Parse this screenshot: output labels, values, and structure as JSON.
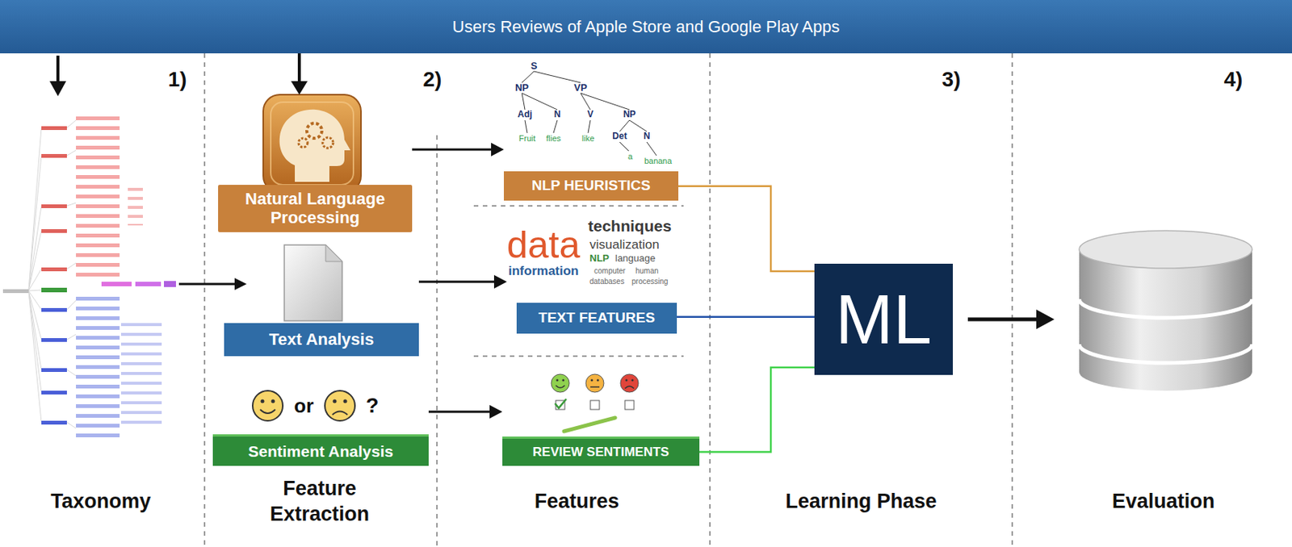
{
  "diagram": {
    "nodes": [
      {
        "text": [
          "Users Reviews of Apple Store and Google Play Apps"
        ]
      },
      {
        "text": [
          "Natural Language Processing"
        ]
      },
      {
        "text": [
          "Text Analysis"
        ]
      },
      {
        "text": [
          "Sentiment Analysis"
        ]
      },
      {
        "text": [
          "NLP HEURISTICS"
        ]
      },
      {
        "text": [
          "TEXT FEATURES"
        ]
      },
      {
        "text": [
          "REVIEW SENTIMENTS"
        ]
      },
      {
        "text": [
          "ML"
        ]
      }
    ],
    "edges": [
      {
        "from": 0,
        "to": 1,
        "arrow": "to"
      },
      {
        "from": 1,
        "to": 4,
        "arrow": "to"
      },
      {
        "from": 2,
        "to": 5,
        "arrow": "to"
      },
      {
        "from": 3,
        "to": 6,
        "arrow": "to"
      },
      {
        "from": 4,
        "to": 7,
        "arrow": "none"
      },
      {
        "from": 5,
        "to": 7,
        "arrow": "none"
      },
      {
        "from": 6,
        "to": 7,
        "arrow": "none"
      }
    ],
    "labels": [
      "1)",
      "2)",
      "3)",
      "4)",
      "S",
      "NP",
      "VP",
      "Adj",
      "N",
      "V",
      "NP",
      "Fruit",
      "flies",
      "like",
      "Det",
      "N",
      "a",
      "banana",
      "techniques",
      "data",
      "visualization",
      "NLP",
      "language",
      "information",
      "computer",
      "human",
      "databases",
      "processing",
      "or",
      "?",
      "Taxonomy",
      "Feature Extraction",
      "Features",
      "Learning Phase",
      "Evaluation"
    ]
  }
}
